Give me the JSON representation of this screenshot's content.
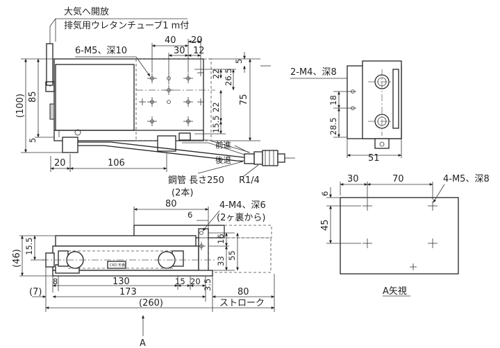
{
  "top_view": {
    "exhaust_note": "大気へ開放",
    "exhaust_tube": "排気用ウレタンチューブ1 m付",
    "holes_note": "6-M5、深10",
    "dims": {
      "d40": "40",
      "d20": "20",
      "d30": "30",
      "d12": "12",
      "d5_top": "5",
      "d22_a": "22",
      "d26_5": "26.5",
      "d75": "75",
      "d22_b": "22",
      "d15_5": "15.5",
      "d5_bot": "5",
      "d100": "(100)",
      "d85": "85",
      "d5_left": "5",
      "d20_bottom": "20",
      "d106": "106"
    },
    "forward": "前進",
    "backward": "後退",
    "pipe_note": "鋼管 長さ250",
    "pipe_count": "(2本)",
    "port": "R1/4"
  },
  "end_view": {
    "holes_note": "2-M4、深8",
    "d18": "18",
    "d28_5": "28.5",
    "d51": "51"
  },
  "view_a": {
    "holes_note": "4-M5、深8",
    "d30": "30",
    "d70": "70",
    "d6": "6",
    "d45": "45",
    "caption": "A矢視"
  },
  "side_view": {
    "d80_top": "80",
    "holes_note": "4-M4、深6",
    "holes_sub": "(2ヶ裏から)",
    "d6": "6",
    "d16": "16",
    "d33": "33",
    "d55": "55",
    "d46": "(46)",
    "d15_5": "15.5",
    "d8": "8",
    "d130": "130",
    "d15": "15",
    "d20": "20",
    "d3_5": "3.5",
    "d7": "(7)",
    "d173": "173",
    "d80": "80",
    "d260": "(260)",
    "stroke": "ストローク",
    "arrow_a": "A",
    "plate_text": "CKD 形番"
  }
}
